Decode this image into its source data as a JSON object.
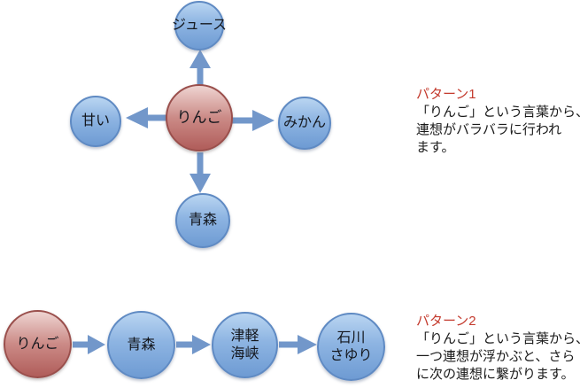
{
  "colors": {
    "arrow": "#7297ca",
    "node_blue_top": "#b9d5f1",
    "node_blue_bottom": "#6e9bd3",
    "node_blue_border": "#5f8ac3",
    "node_red_top": "#eed4d1",
    "node_red_bottom": "#b05d5a",
    "node_red_border": "#9a4f4c",
    "caption_title_red": "#c43b2e",
    "caption_body": "#1a1a1a"
  },
  "pattern1": {
    "title": "パターン1",
    "lines": [
      "「りんご」という言葉から、",
      "連想がバラバラに行われ",
      "ます。"
    ],
    "diagram": {
      "center": "りんご",
      "top": "ジュース",
      "left": "甘い",
      "right": "みかん",
      "bottom": "青森"
    }
  },
  "pattern2": {
    "title": "パターン2",
    "lines": [
      "「りんご」という言葉から、",
      "一つ連想が浮かぶと、さら",
      "に次の連想に繋がります。"
    ],
    "chain": [
      {
        "lines": [
          "りんご"
        ]
      },
      {
        "lines": [
          "青森"
        ]
      },
      {
        "lines": [
          "津軽",
          "海峡"
        ]
      },
      {
        "lines": [
          "石川",
          "さゆり"
        ]
      }
    ]
  }
}
